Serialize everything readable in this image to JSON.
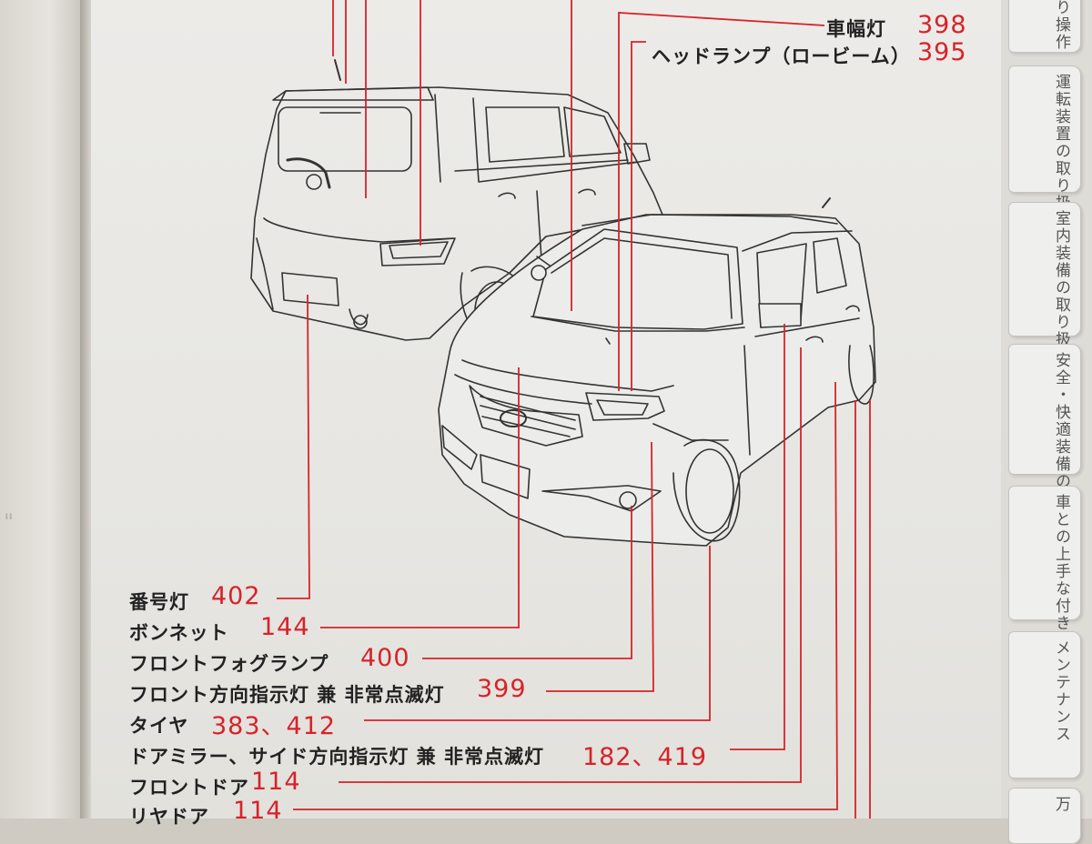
{
  "top_callouts": [
    {
      "label": "車幅灯",
      "page": "398"
    },
    {
      "label": "ヘッドランプ（ロービーム）",
      "page": "395"
    }
  ],
  "callouts": [
    {
      "label": "番号灯",
      "page": "402"
    },
    {
      "label": "ボンネット",
      "page": "144"
    },
    {
      "label": "フロントフォグランプ",
      "page": "400"
    },
    {
      "label": "フロント方向指示灯 兼 非常点滅灯",
      "page": "399"
    },
    {
      "label": "タイヤ",
      "page": "383、412"
    },
    {
      "label": "ドアミラー、サイド方向指示灯 兼 非常点滅灯",
      "page": "182、419"
    },
    {
      "label": "フロントドア",
      "page": "114"
    },
    {
      "label": "リヤドア",
      "page": "114"
    }
  ],
  "tabs": [
    {
      "label": "り操作"
    },
    {
      "label": "運転装置の取り扱い"
    },
    {
      "label": "室内装備の取り扱い"
    },
    {
      "label": "安全・快適装備の解説と注意"
    },
    {
      "label": "車との上手な付き合い方"
    },
    {
      "label": "メンテナンス"
    },
    {
      "label": "万"
    }
  ],
  "colors": {
    "leader": "#d6232a",
    "page_number": "#d6232a",
    "label": "#222222",
    "line_art": "#333333"
  }
}
